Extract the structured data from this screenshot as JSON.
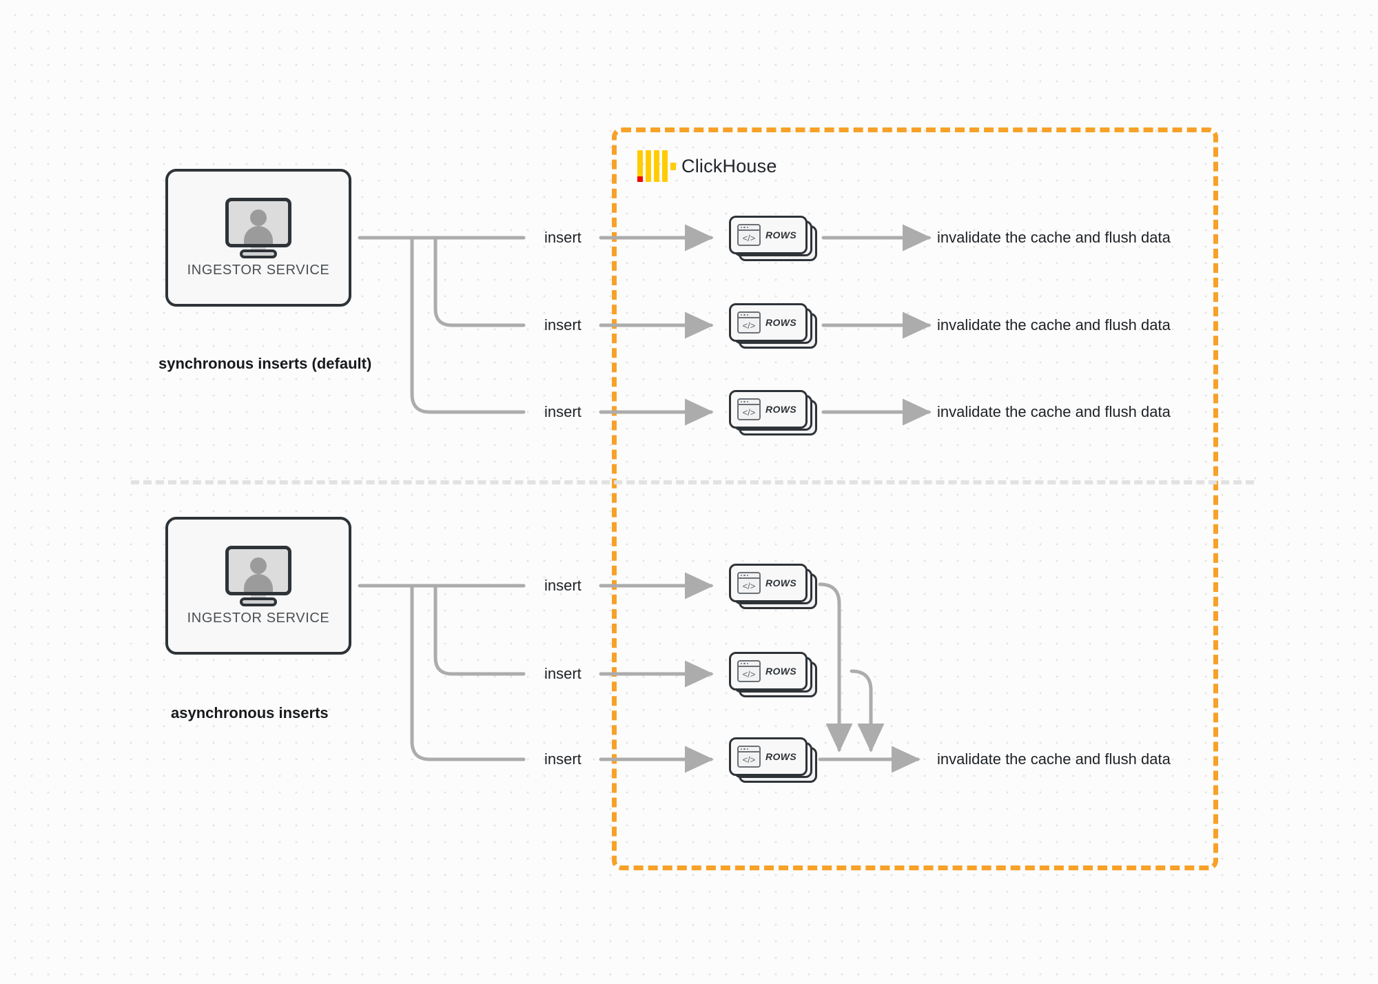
{
  "diagram": {
    "title": "ClickHouse synchronous vs asynchronous inserts",
    "colors": {
      "boundary": "#f7a128",
      "logo_yellow": "#ffcc00",
      "logo_red": "#f00000",
      "wire": "#acacac",
      "node_border": "#2e3338",
      "node_fill": "#f8f8f8",
      "canvas": "#fcfcfc",
      "divider": "#e2e2e2"
    }
  },
  "clickhouse": {
    "name": "ClickHouse",
    "logo_icon": "clickhouse-logo-icon"
  },
  "sections": [
    {
      "id": "sync",
      "caption": "synchronous inserts (default)",
      "service": {
        "label": "INGESTOR SERVICE",
        "icon": "monitor-user-icon"
      },
      "flows": [
        {
          "insert_label": "insert",
          "rows_label": "ROWS",
          "result_label": "invalidate the cache and flush data"
        },
        {
          "insert_label": "insert",
          "rows_label": "ROWS",
          "result_label": "invalidate the cache and flush data"
        },
        {
          "insert_label": "insert",
          "rows_label": "ROWS",
          "result_label": "invalidate the cache and flush data"
        }
      ]
    },
    {
      "id": "async",
      "caption": "asynchronous inserts",
      "service": {
        "label": "INGESTOR SERVICE",
        "icon": "monitor-user-icon"
      },
      "flows": [
        {
          "insert_label": "insert",
          "rows_label": "ROWS",
          "result_label": ""
        },
        {
          "insert_label": "insert",
          "rows_label": "ROWS",
          "result_label": ""
        },
        {
          "insert_label": "insert",
          "rows_label": "ROWS",
          "result_label": "invalidate the cache and flush data"
        }
      ],
      "merged_result_label": "invalidate the cache and flush data"
    }
  ]
}
